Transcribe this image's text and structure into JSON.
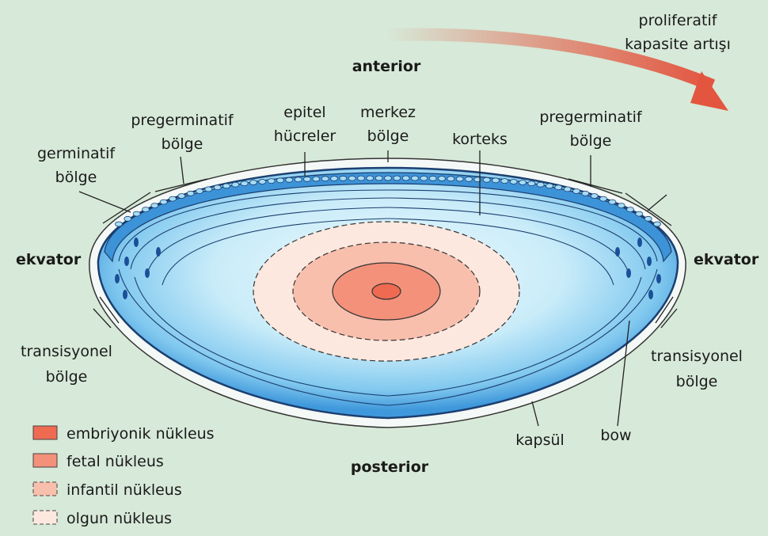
{
  "colors": {
    "background": "#d7e9d8",
    "capsule_line": "#1b3f70",
    "lens_dark": "#1f78c8",
    "lens_mid": "#5aaee8",
    "lens_light": "#e8f7fd",
    "embryonic": "#ee6b52",
    "fetal": "#f4917a",
    "infantile": "#f8bfad",
    "adult": "#fde8df",
    "arrow": "#e3553f"
  },
  "labels": {
    "anterior": "anterior",
    "posterior": "posterior",
    "ekvator_left": "ekvator",
    "ekvator_right": "ekvator",
    "proliferation": [
      "proliferatif",
      "kapasite artışı"
    ],
    "germinatif": [
      "germinatif",
      "bölge"
    ],
    "pregerminatif_left": [
      "pregerminatif",
      "bölge"
    ],
    "epitel": [
      "epitel",
      "hücreler"
    ],
    "merkez": [
      "merkez",
      "bölge"
    ],
    "korteks": "korteks",
    "pregerminatif_right": [
      "pregerminatif",
      "bölge"
    ],
    "transisyonel_left": [
      "transisyonel",
      "bölge"
    ],
    "transisyonel_right": [
      "transisyonel",
      "bölge"
    ],
    "kapsul": "kapsül",
    "bow": "bow"
  },
  "legend": [
    {
      "label": "embriyonik nükleus",
      "color": "#ee6b52",
      "dashed": false
    },
    {
      "label": "fetal nükleus",
      "color": "#f4917a",
      "dashed": false
    },
    {
      "label": "infantil nükleus",
      "color": "#f8bfad",
      "dashed": true
    },
    {
      "label": "olgun nükleus",
      "color": "#fde8df",
      "dashed": true
    }
  ]
}
